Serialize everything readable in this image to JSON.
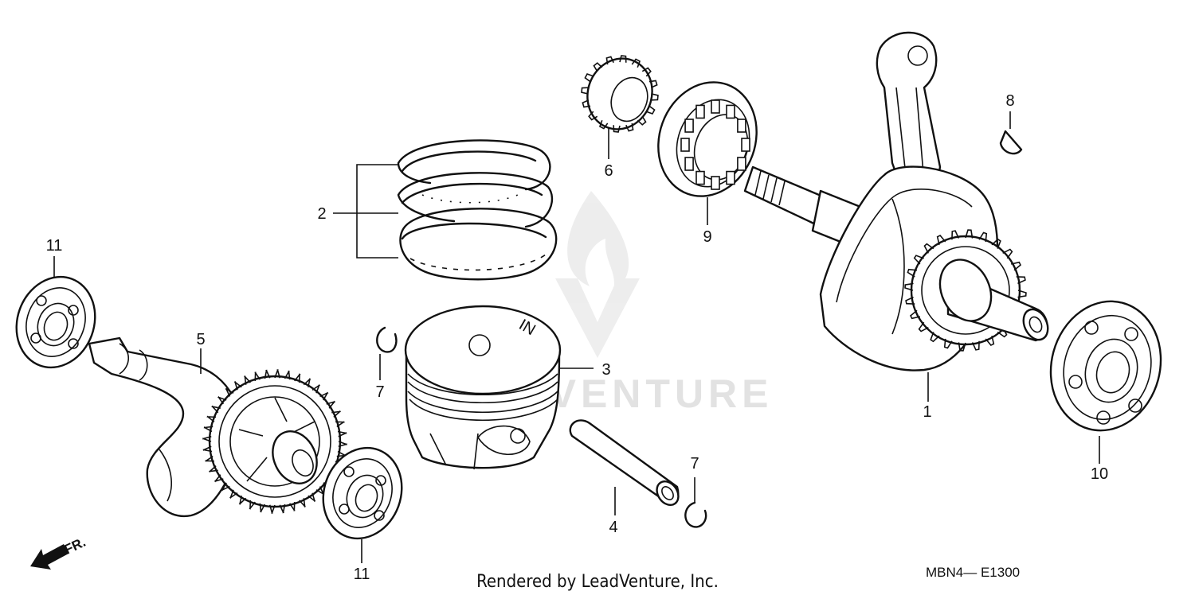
{
  "callouts": {
    "c1": "1",
    "c2": "2",
    "c3": "3",
    "c4": "4",
    "c5": "5",
    "c6": "6",
    "c7a": "7",
    "c7b": "7",
    "c8": "8",
    "c9": "9",
    "c10": "10",
    "c11a": "11",
    "c11b": "11"
  },
  "piston_marking": "IN",
  "direction_label": "FR.",
  "diagram_code": "MBN4— E1300",
  "footer": "Rendered by LeadVenture, Inc.",
  "watermark": {
    "text": "LEADVENTURE",
    "logo": "flame-v-logo-icon",
    "color": "#e2e2e2"
  },
  "colors": {
    "line": "#111111",
    "background": "#ffffff"
  }
}
